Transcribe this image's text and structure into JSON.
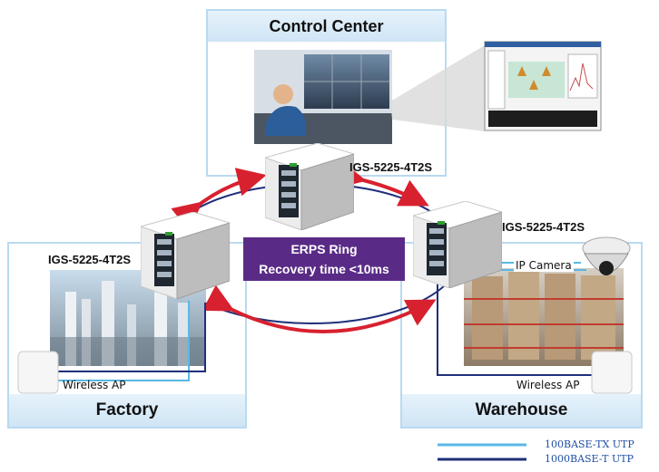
{
  "zones": {
    "control_center": "Control Center",
    "factory": "Factory",
    "warehouse": "Warehouse"
  },
  "switches": {
    "top": "IGS-5225-4T2S",
    "left": "IGS-5225-4T2S",
    "right": "IGS-5225-4T2S"
  },
  "ring": {
    "line1": "ERPS Ring",
    "line2": "Recovery time <10ms"
  },
  "devices": {
    "wireless_ap_factory": "Wireless AP",
    "wireless_ap_warehouse": "Wireless AP",
    "ip_camera": "IP Camera"
  },
  "legend": {
    "item1": "100BASE-TX UTP",
    "item2": "1000BASE-T UTP"
  },
  "colors": {
    "tx_line": "#58b8e6",
    "t_line": "#1f2f7a",
    "ring_arrow": "#d8212f",
    "ring_label_bg": "#5a2b86",
    "panel_border": "#b9daf0"
  }
}
